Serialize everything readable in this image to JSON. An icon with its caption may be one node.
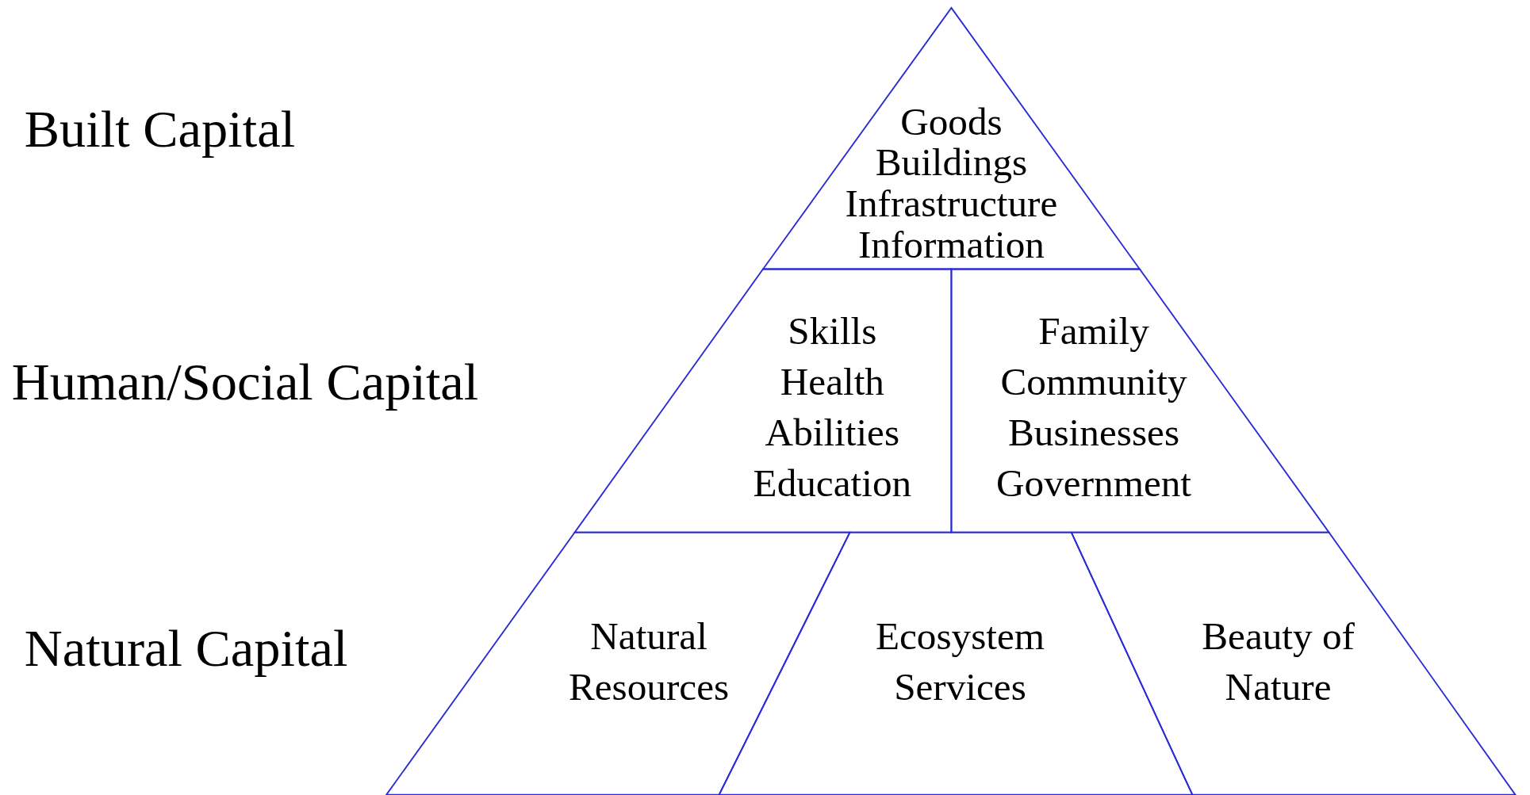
{
  "diagram": {
    "nodes": [
      {
        "text": [
          "Goods",
          "Buildings",
          "Infrastructure",
          "Information"
        ]
      },
      {
        "text": [
          "Skills",
          "Health",
          "Abilities",
          "Education"
        ]
      },
      {
        "text": [
          "Family",
          "Community",
          "Businesses",
          "Government"
        ]
      },
      {
        "text": [
          "Natural Resources"
        ]
      },
      {
        "text": [
          "Ecosystem Services"
        ]
      },
      {
        "text": [
          "Beauty of Nature"
        ]
      }
    ],
    "edges": [],
    "labels": [
      "Built Capital",
      "Human/Social Capital",
      "Natural Capital"
    ]
  }
}
